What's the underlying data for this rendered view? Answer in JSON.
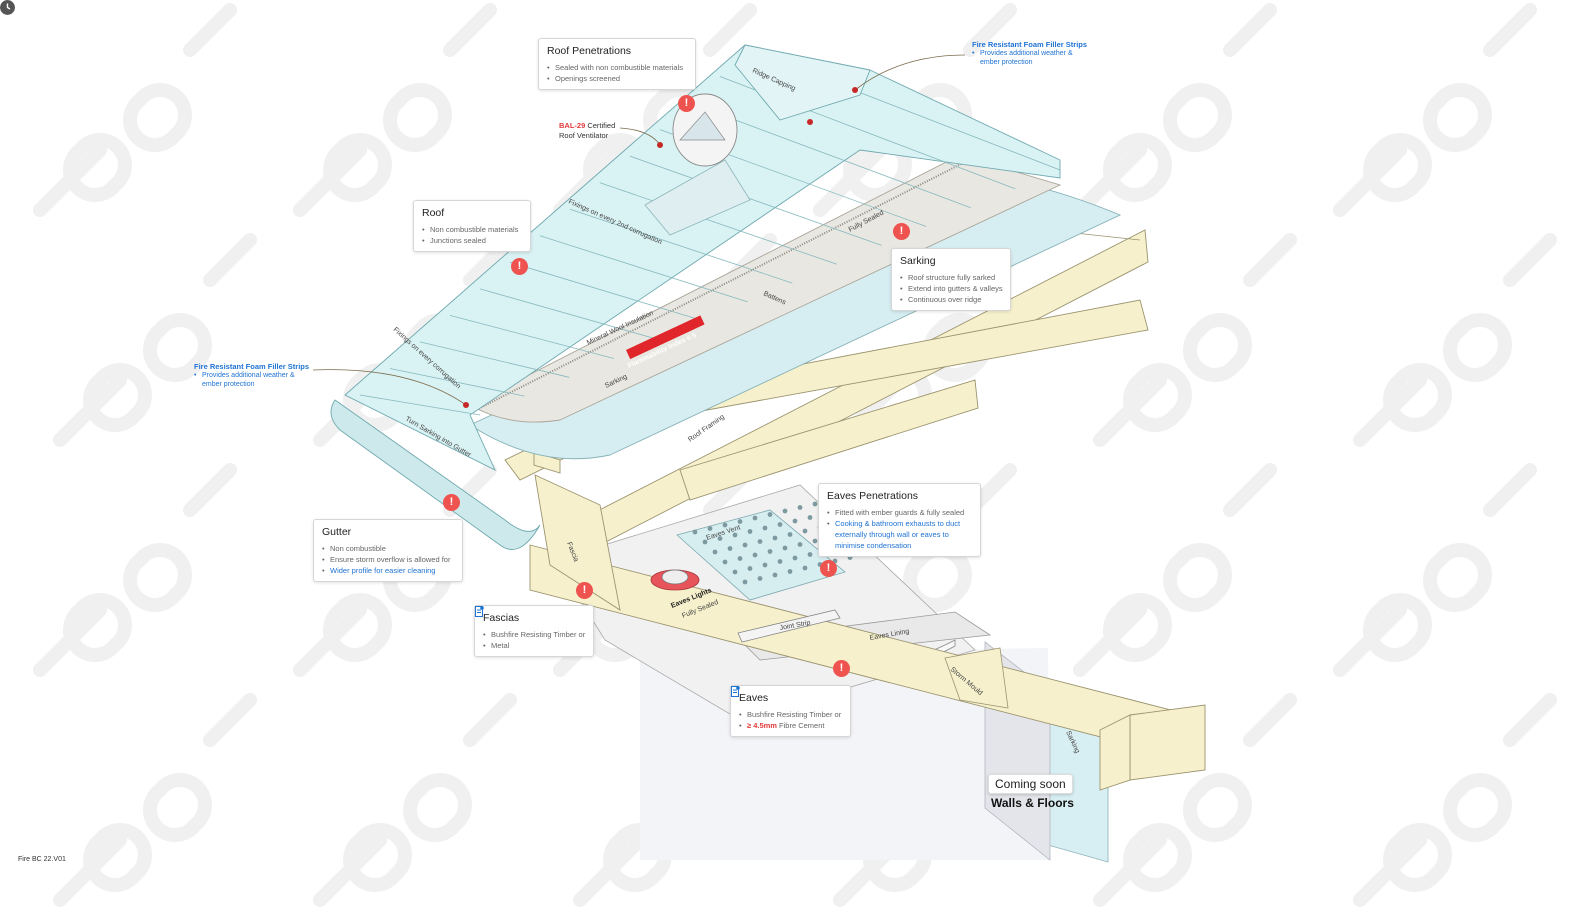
{
  "version": "Fire BC 22.V01",
  "watermark_text": "tools",
  "colors": {
    "alert": "#ef5350",
    "link_blue": "#1f73d4",
    "roof_sheet": "#d9f2f3",
    "roof_stroke": "#6fa9b0",
    "timber": "#f6f1cc",
    "timber_stroke": "#9c9470",
    "wall": "#dadde6",
    "sarking_red": "#e0262b"
  },
  "callouts": {
    "roof_penetrations": {
      "title": "Roof Penetrations",
      "items": [
        "Sealed with non combustible materials",
        "Openings screened"
      ]
    },
    "roof_ventilator": {
      "prefix": "BAL-29",
      "line1_rest": " Certified",
      "line2": "Roof Ventilator"
    },
    "fire_foam_top": {
      "title": "Fire Resistant Foam Filler Strips",
      "item": "Provides additional weather & ember protection"
    },
    "fire_foam_left": {
      "title": "Fire Resistant Foam Filler Strips",
      "item": "Provides additional weather & ember protection"
    },
    "roof": {
      "title": "Roof",
      "items": [
        "Non combustible materials",
        "Junctions sealed"
      ]
    },
    "sarking": {
      "title": "Sarking",
      "items": [
        "Roof structure fully sarked",
        "Extend into gutters & valleys",
        "Continuous over ridge"
      ]
    },
    "gutter": {
      "title": "Gutter",
      "items": [
        "Non combustible",
        "Ensure storm overflow is allowed for",
        "Wider profile for easier cleaning"
      ]
    },
    "eaves_penetrations": {
      "title": "Eaves Penetrations",
      "items": [
        "Fitted with ember guards & fully sealed",
        "Cooking & bathroom exhausts to duct externally through wall or eaves to minimise condensation"
      ]
    },
    "fascias": {
      "title": "Fascias",
      "items": [
        "Bushfire Resisting Timber or",
        "Metal"
      ]
    },
    "eaves": {
      "title": "Eaves",
      "items": [
        "Bushfire Resisting Timber or"
      ],
      "item2_value": "≥ 4.5mm",
      "item2_rest": " Fibre Cement"
    }
  },
  "diagram_labels": {
    "ridge_capping": "Ridge Capping",
    "firings_top": "Fixings on every 2nd corrugation",
    "fully_sealed": "Fully Sealed",
    "battens": "Battens",
    "mineral_wool": "Mineral Wool Insulation",
    "sarking": "Sarking",
    "flammability": "Flammability Index ≤ 5",
    "fixings_every": "Fixings on every corrugation",
    "turn_sarking": "Turn Sarking into Gutter",
    "roof_framing": "Roof Framing",
    "fascia": "Fascia",
    "eaves_vent": "Eaves Vent",
    "eaves_lights": "Eaves Lights",
    "eaves_lights_2": "Fully Sealed",
    "joint_strip": "Joint Strip",
    "eaves_lining": "Eaves Lining",
    "storm_mould": "Storm Mould",
    "wall_sarking": "Sarking"
  },
  "coming_soon": {
    "badge": "Coming soon",
    "title": "Walls & Floors"
  }
}
